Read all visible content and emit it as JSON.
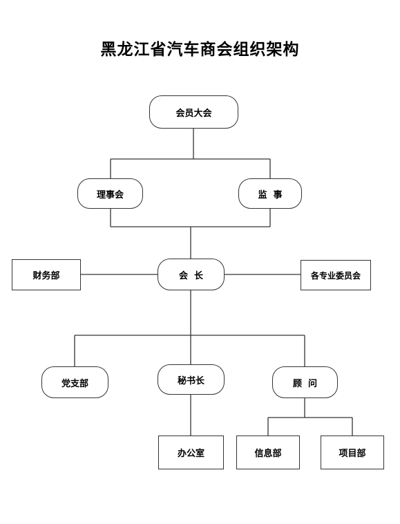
{
  "title": "黑龙江省汽车商会组织架构",
  "nodes": {
    "general_assembly": "会员大会",
    "council": "理事会",
    "supervisor": "监  事",
    "finance": "财务部",
    "president": "会  长",
    "committees": "各专业委员会",
    "party_branch": "党支部",
    "secretary_general": "秘书长",
    "advisor": "顾  问",
    "office": "办公室",
    "information": "信息部",
    "projects": "项目部"
  }
}
